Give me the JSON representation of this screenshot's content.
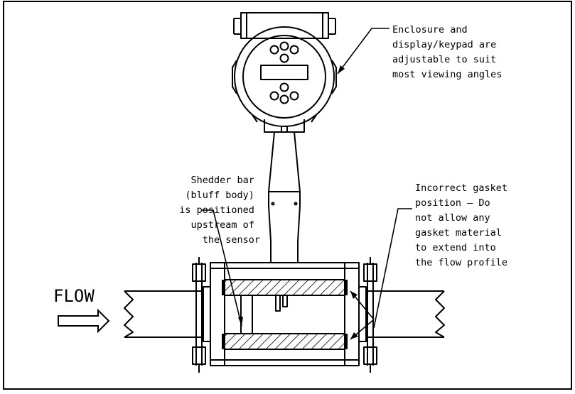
{
  "labels": {
    "enclosure": [
      "Enclosure and",
      "display/keypad are",
      "adjustable to suit",
      "most viewing angles"
    ],
    "shedder": [
      "Shedder bar",
      "(bluff body)",
      "is positioned",
      "upstream of",
      "the sensor"
    ],
    "gasket": [
      "Incorrect gasket",
      "position — Do",
      "not allow any",
      "gasket material",
      "to extend into",
      "the flow profile"
    ],
    "flow": "FLOW"
  },
  "colors": {
    "line": "#000000",
    "background": "#ffffff"
  }
}
